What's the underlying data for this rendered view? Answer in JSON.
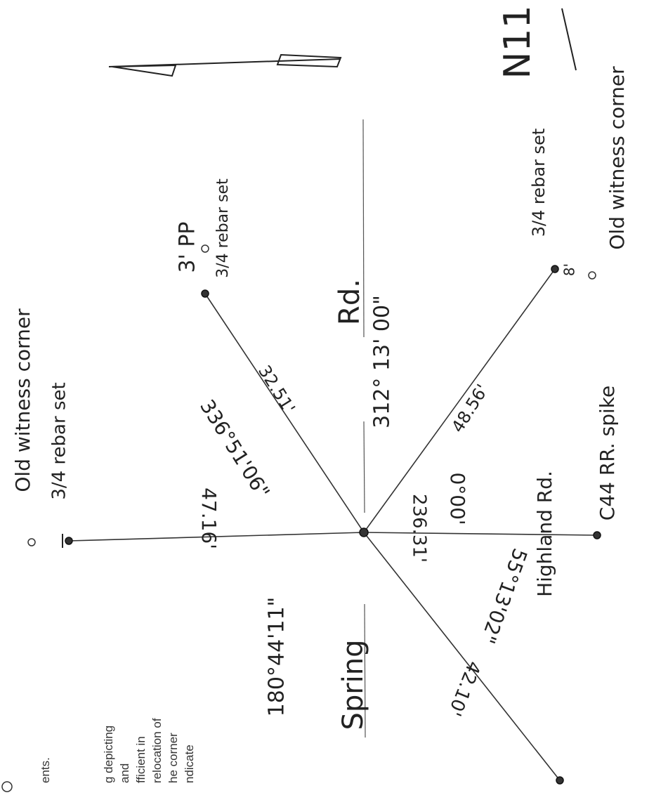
{
  "sheet_label": "N11",
  "roads": {
    "name_top": "Rd.",
    "name_bottom": "Spring",
    "east_road": "Highland Rd."
  },
  "monuments": {
    "upper_left_set": "3' PP",
    "upper_left_rebar": "3/4 rebar set",
    "left_set": "3/4 rebar set",
    "left_old": "Old witness corner",
    "right_set": "3/4 rebar set",
    "right_marker": "8'",
    "right_old": "Old witness corner",
    "bottom_right": "C44 RR. spike"
  },
  "measurements": {
    "ray_upper_left_bearing": "336°51'06\"",
    "ray_upper_left_distance": "32.51'",
    "ray_left_distance": "47.16'",
    "ray_upper_right_bearing": "312° 13' 00\"",
    "ray_upper_right_distance": "48.56'",
    "ray_right_distance": "236.31'",
    "ray_right_bearing": "0°00'",
    "ray_lower_right_bearing": "55°13'02\"",
    "ray_lower_right_distance": "42.10'",
    "ray_lower_bearing": "180°44'11\""
  },
  "caption_fragments": {
    "line_1": "g depicting",
    "line_2": "and",
    "line_3": "fficient in",
    "line_4": "relocation of",
    "line_5": "he corner",
    "line_6": "ndicate",
    "line_7": "ents."
  }
}
